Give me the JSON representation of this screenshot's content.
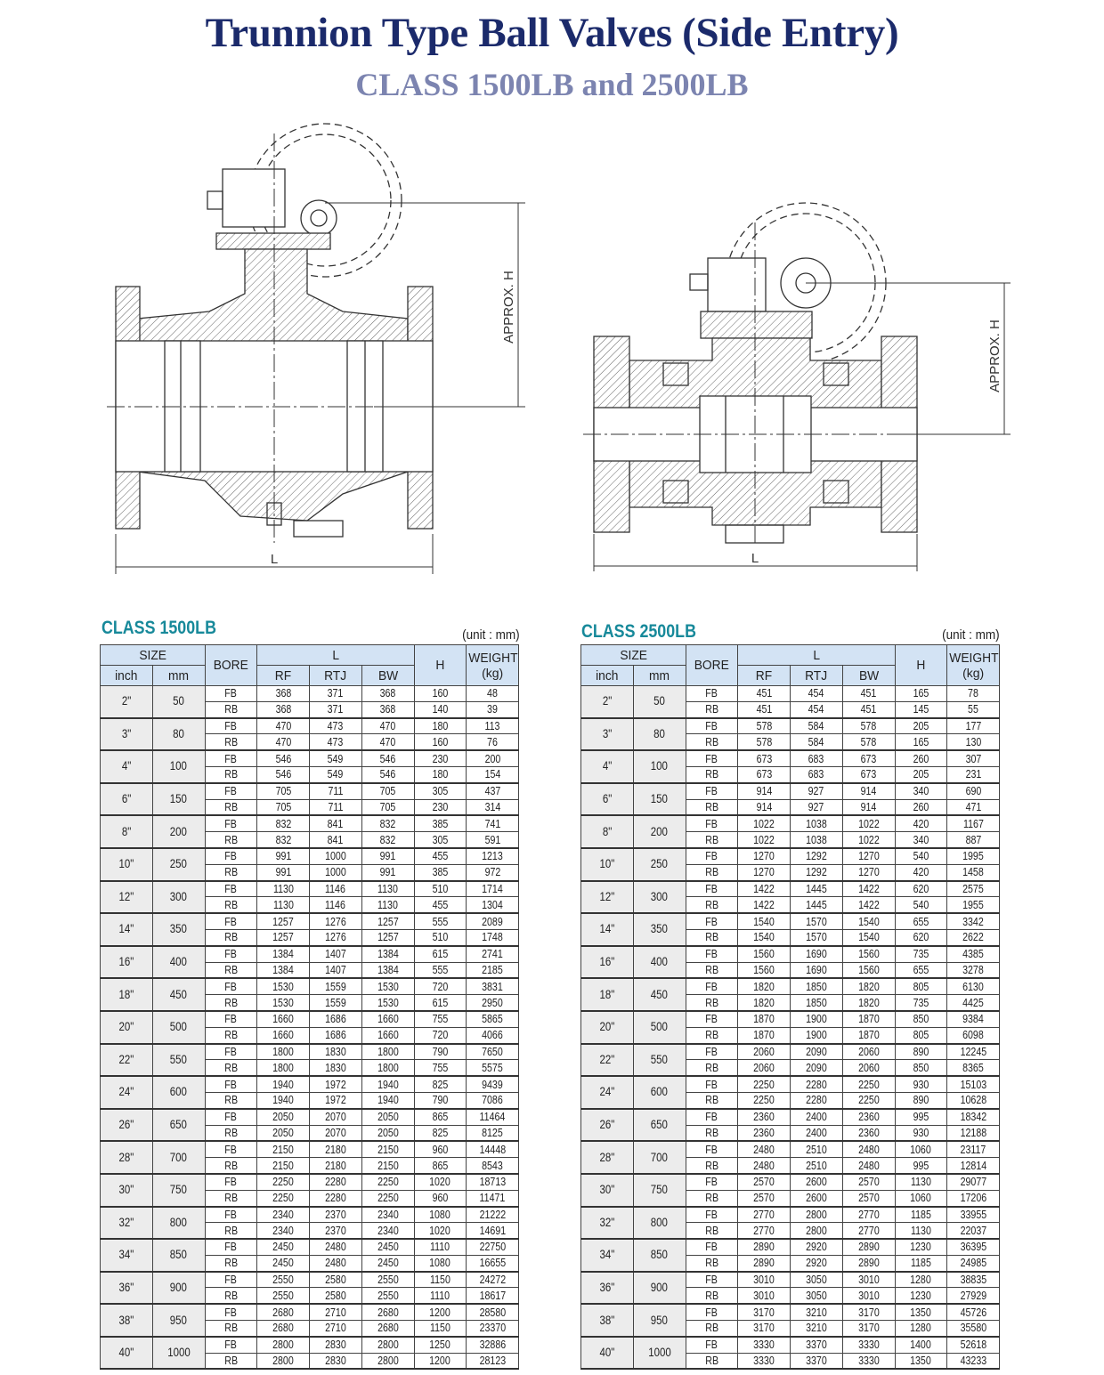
{
  "header": {
    "title": "Trunnion Type Ball Valves (Side Entry)",
    "subtitle": "CLASS 1500LB and 2500LB"
  },
  "drawings": {
    "left": {
      "dim_h": "APPROX. H",
      "dim_l": "L"
    },
    "right": {
      "dim_h": "APPROX. H",
      "dim_l": "L"
    }
  },
  "columns": {
    "size": "SIZE",
    "inch": "inch",
    "mm": "mm",
    "bore": "BORE",
    "l": "L",
    "rf": "RF",
    "rtj": "RTJ",
    "bw": "BW",
    "h": "H",
    "weight": "WEIGHT",
    "weight_unit": "(kg)"
  },
  "tables": [
    {
      "title": "CLASS 1500LB",
      "unit": "(unit : mm)",
      "sizes": [
        {
          "inch": "2\"",
          "mm": "50",
          "rows": [
            [
              "FB",
              "368",
              "371",
              "368",
              "160",
              "48"
            ],
            [
              "RB",
              "368",
              "371",
              "368",
              "140",
              "39"
            ]
          ]
        },
        {
          "inch": "3\"",
          "mm": "80",
          "rows": [
            [
              "FB",
              "470",
              "473",
              "470",
              "180",
              "113"
            ],
            [
              "RB",
              "470",
              "473",
              "470",
              "160",
              "76"
            ]
          ]
        },
        {
          "inch": "4\"",
          "mm": "100",
          "rows": [
            [
              "FB",
              "546",
              "549",
              "546",
              "230",
              "200"
            ],
            [
              "RB",
              "546",
              "549",
              "546",
              "180",
              "154"
            ]
          ]
        },
        {
          "inch": "6\"",
          "mm": "150",
          "rows": [
            [
              "FB",
              "705",
              "711",
              "705",
              "305",
              "437"
            ],
            [
              "RB",
              "705",
              "711",
              "705",
              "230",
              "314"
            ]
          ]
        },
        {
          "inch": "8\"",
          "mm": "200",
          "rows": [
            [
              "FB",
              "832",
              "841",
              "832",
              "385",
              "741"
            ],
            [
              "RB",
              "832",
              "841",
              "832",
              "305",
              "591"
            ]
          ]
        },
        {
          "inch": "10\"",
          "mm": "250",
          "rows": [
            [
              "FB",
              "991",
              "1000",
              "991",
              "455",
              "1213"
            ],
            [
              "RB",
              "991",
              "1000",
              "991",
              "385",
              "972"
            ]
          ]
        },
        {
          "inch": "12\"",
          "mm": "300",
          "rows": [
            [
              "FB",
              "1130",
              "1146",
              "1130",
              "510",
              "1714"
            ],
            [
              "RB",
              "1130",
              "1146",
              "1130",
              "455",
              "1304"
            ]
          ]
        },
        {
          "inch": "14\"",
          "mm": "350",
          "rows": [
            [
              "FB",
              "1257",
              "1276",
              "1257",
              "555",
              "2089"
            ],
            [
              "RB",
              "1257",
              "1276",
              "1257",
              "510",
              "1748"
            ]
          ]
        },
        {
          "inch": "16\"",
          "mm": "400",
          "rows": [
            [
              "FB",
              "1384",
              "1407",
              "1384",
              "615",
              "2741"
            ],
            [
              "RB",
              "1384",
              "1407",
              "1384",
              "555",
              "2185"
            ]
          ]
        },
        {
          "inch": "18\"",
          "mm": "450",
          "rows": [
            [
              "FB",
              "1530",
              "1559",
              "1530",
              "720",
              "3831"
            ],
            [
              "RB",
              "1530",
              "1559",
              "1530",
              "615",
              "2950"
            ]
          ]
        },
        {
          "inch": "20\"",
          "mm": "500",
          "rows": [
            [
              "FB",
              "1660",
              "1686",
              "1660",
              "755",
              "5865"
            ],
            [
              "RB",
              "1660",
              "1686",
              "1660",
              "720",
              "4066"
            ]
          ]
        },
        {
          "inch": "22\"",
          "mm": "550",
          "rows": [
            [
              "FB",
              "1800",
              "1830",
              "1800",
              "790",
              "7650"
            ],
            [
              "RB",
              "1800",
              "1830",
              "1800",
              "755",
              "5575"
            ]
          ]
        },
        {
          "inch": "24\"",
          "mm": "600",
          "rows": [
            [
              "FB",
              "1940",
              "1972",
              "1940",
              "825",
              "9439"
            ],
            [
              "RB",
              "1940",
              "1972",
              "1940",
              "790",
              "7086"
            ]
          ]
        },
        {
          "inch": "26\"",
          "mm": "650",
          "rows": [
            [
              "FB",
              "2050",
              "2070",
              "2050",
              "865",
              "11464"
            ],
            [
              "RB",
              "2050",
              "2070",
              "2050",
              "825",
              "8125"
            ]
          ]
        },
        {
          "inch": "28\"",
          "mm": "700",
          "rows": [
            [
              "FB",
              "2150",
              "2180",
              "2150",
              "960",
              "14448"
            ],
            [
              "RB",
              "2150",
              "2180",
              "2150",
              "865",
              "8543"
            ]
          ]
        },
        {
          "inch": "30\"",
          "mm": "750",
          "rows": [
            [
              "FB",
              "2250",
              "2280",
              "2250",
              "1020",
              "18713"
            ],
            [
              "RB",
              "2250",
              "2280",
              "2250",
              "960",
              "11471"
            ]
          ]
        },
        {
          "inch": "32\"",
          "mm": "800",
          "rows": [
            [
              "FB",
              "2340",
              "2370",
              "2340",
              "1080",
              "21222"
            ],
            [
              "RB",
              "2340",
              "2370",
              "2340",
              "1020",
              "14691"
            ]
          ]
        },
        {
          "inch": "34\"",
          "mm": "850",
          "rows": [
            [
              "FB",
              "2450",
              "2480",
              "2450",
              "1110",
              "22750"
            ],
            [
              "RB",
              "2450",
              "2480",
              "2450",
              "1080",
              "16655"
            ]
          ]
        },
        {
          "inch": "36\"",
          "mm": "900",
          "rows": [
            [
              "FB",
              "2550",
              "2580",
              "2550",
              "1150",
              "24272"
            ],
            [
              "RB",
              "2550",
              "2580",
              "2550",
              "1110",
              "18617"
            ]
          ]
        },
        {
          "inch": "38\"",
          "mm": "950",
          "rows": [
            [
              "FB",
              "2680",
              "2710",
              "2680",
              "1200",
              "28580"
            ],
            [
              "RB",
              "2680",
              "2710",
              "2680",
              "1150",
              "23370"
            ]
          ]
        },
        {
          "inch": "40\"",
          "mm": "1000",
          "rows": [
            [
              "FB",
              "2800",
              "2830",
              "2800",
              "1250",
              "32886"
            ],
            [
              "RB",
              "2800",
              "2830",
              "2800",
              "1200",
              "28123"
            ]
          ]
        }
      ]
    },
    {
      "title": "CLASS 2500LB",
      "unit": "(unit : mm)",
      "sizes": [
        {
          "inch": "2\"",
          "mm": "50",
          "rows": [
            [
              "FB",
              "451",
              "454",
              "451",
              "165",
              "78"
            ],
            [
              "RB",
              "451",
              "454",
              "451",
              "145",
              "55"
            ]
          ]
        },
        {
          "inch": "3\"",
          "mm": "80",
          "rows": [
            [
              "FB",
              "578",
              "584",
              "578",
              "205",
              "177"
            ],
            [
              "RB",
              "578",
              "584",
              "578",
              "165",
              "130"
            ]
          ]
        },
        {
          "inch": "4\"",
          "mm": "100",
          "rows": [
            [
              "FB",
              "673",
              "683",
              "673",
              "260",
              "307"
            ],
            [
              "RB",
              "673",
              "683",
              "673",
              "205",
              "231"
            ]
          ]
        },
        {
          "inch": "6\"",
          "mm": "150",
          "rows": [
            [
              "FB",
              "914",
              "927",
              "914",
              "340",
              "690"
            ],
            [
              "RB",
              "914",
              "927",
              "914",
              "260",
              "471"
            ]
          ]
        },
        {
          "inch": "8\"",
          "mm": "200",
          "rows": [
            [
              "FB",
              "1022",
              "1038",
              "1022",
              "420",
              "1167"
            ],
            [
              "RB",
              "1022",
              "1038",
              "1022",
              "340",
              "887"
            ]
          ]
        },
        {
          "inch": "10\"",
          "mm": "250",
          "rows": [
            [
              "FB",
              "1270",
              "1292",
              "1270",
              "540",
              "1995"
            ],
            [
              "RB",
              "1270",
              "1292",
              "1270",
              "420",
              "1458"
            ]
          ]
        },
        {
          "inch": "12\"",
          "mm": "300",
          "rows": [
            [
              "FB",
              "1422",
              "1445",
              "1422",
              "620",
              "2575"
            ],
            [
              "RB",
              "1422",
              "1445",
              "1422",
              "540",
              "1955"
            ]
          ]
        },
        {
          "inch": "14\"",
          "mm": "350",
          "rows": [
            [
              "FB",
              "1540",
              "1570",
              "1540",
              "655",
              "3342"
            ],
            [
              "RB",
              "1540",
              "1570",
              "1540",
              "620",
              "2622"
            ]
          ]
        },
        {
          "inch": "16\"",
          "mm": "400",
          "rows": [
            [
              "FB",
              "1560",
              "1690",
              "1560",
              "735",
              "4385"
            ],
            [
              "RB",
              "1560",
              "1690",
              "1560",
              "655",
              "3278"
            ]
          ]
        },
        {
          "inch": "18\"",
          "mm": "450",
          "rows": [
            [
              "FB",
              "1820",
              "1850",
              "1820",
              "805",
              "6130"
            ],
            [
              "RB",
              "1820",
              "1850",
              "1820",
              "735",
              "4425"
            ]
          ]
        },
        {
          "inch": "20\"",
          "mm": "500",
          "rows": [
            [
              "FB",
              "1870",
              "1900",
              "1870",
              "850",
              "9384"
            ],
            [
              "RB",
              "1870",
              "1900",
              "1870",
              "805",
              "6098"
            ]
          ]
        },
        {
          "inch": "22\"",
          "mm": "550",
          "rows": [
            [
              "FB",
              "2060",
              "2090",
              "2060",
              "890",
              "12245"
            ],
            [
              "RB",
              "2060",
              "2090",
              "2060",
              "850",
              "8365"
            ]
          ]
        },
        {
          "inch": "24\"",
          "mm": "600",
          "rows": [
            [
              "FB",
              "2250",
              "2280",
              "2250",
              "930",
              "15103"
            ],
            [
              "RB",
              "2250",
              "2280",
              "2250",
              "890",
              "10628"
            ]
          ]
        },
        {
          "inch": "26\"",
          "mm": "650",
          "rows": [
            [
              "FB",
              "2360",
              "2400",
              "2360",
              "995",
              "18342"
            ],
            [
              "RB",
              "2360",
              "2400",
              "2360",
              "930",
              "12188"
            ]
          ]
        },
        {
          "inch": "28\"",
          "mm": "700",
          "rows": [
            [
              "FB",
              "2480",
              "2510",
              "2480",
              "1060",
              "23117"
            ],
            [
              "RB",
              "2480",
              "2510",
              "2480",
              "995",
              "12814"
            ]
          ]
        },
        {
          "inch": "30\"",
          "mm": "750",
          "rows": [
            [
              "FB",
              "2570",
              "2600",
              "2570",
              "1130",
              "29077"
            ],
            [
              "RB",
              "2570",
              "2600",
              "2570",
              "1060",
              "17206"
            ]
          ]
        },
        {
          "inch": "32\"",
          "mm": "800",
          "rows": [
            [
              "FB",
              "2770",
              "2800",
              "2770",
              "1185",
              "33955"
            ],
            [
              "RB",
              "2770",
              "2800",
              "2770",
              "1130",
              "22037"
            ]
          ]
        },
        {
          "inch": "34\"",
          "mm": "850",
          "rows": [
            [
              "FB",
              "2890",
              "2920",
              "2890",
              "1230",
              "36395"
            ],
            [
              "RB",
              "2890",
              "2920",
              "2890",
              "1185",
              "24985"
            ]
          ]
        },
        {
          "inch": "36\"",
          "mm": "900",
          "rows": [
            [
              "FB",
              "3010",
              "3050",
              "3010",
              "1280",
              "38835"
            ],
            [
              "RB",
              "3010",
              "3050",
              "3010",
              "1230",
              "27929"
            ]
          ]
        },
        {
          "inch": "38\"",
          "mm": "950",
          "rows": [
            [
              "FB",
              "3170",
              "3210",
              "3170",
              "1350",
              "45726"
            ],
            [
              "RB",
              "3170",
              "3210",
              "3170",
              "1280",
              "35580"
            ]
          ]
        },
        {
          "inch": "40\"",
          "mm": "1000",
          "rows": [
            [
              "FB",
              "3330",
              "3370",
              "3330",
              "1400",
              "52618"
            ],
            [
              "RB",
              "3330",
              "3370",
              "3330",
              "1350",
              "43233"
            ]
          ]
        }
      ]
    }
  ]
}
